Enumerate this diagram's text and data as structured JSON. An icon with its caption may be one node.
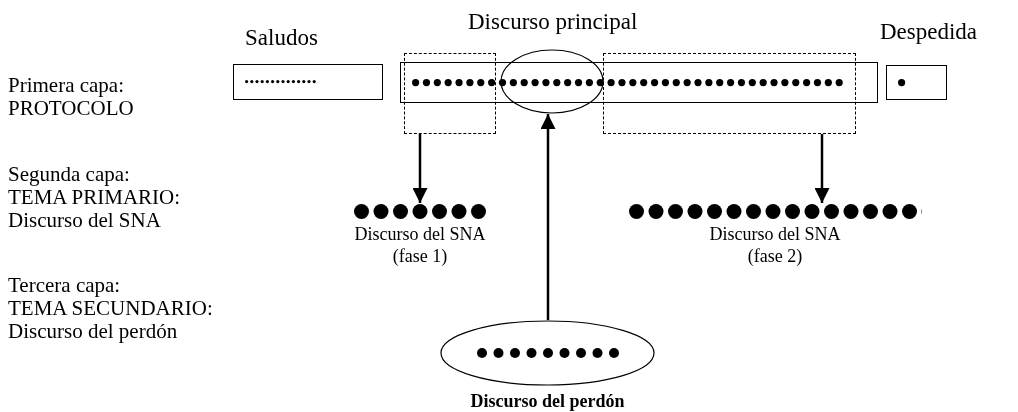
{
  "diagram": {
    "nodes": [
      {
        "text": [
          "Saludos"
        ]
      },
      {
        "text": [
          "Discurso principal"
        ]
      },
      {
        "text": [
          "Despedida"
        ]
      },
      {
        "text": [],
        "shape": "box"
      },
      {
        "text": [],
        "shape": "ellipse"
      },
      {
        "text": [],
        "shape": "box"
      },
      {
        "text": [
          "Discurso del SNA (fase 1)"
        ]
      },
      {
        "text": [
          "Discurso del SNA (fase 2)"
        ]
      },
      {
        "text": [
          "Discurso del perdón"
        ]
      }
    ],
    "edges": [
      {
        "from": 3,
        "to": 6,
        "arrow": "to"
      },
      {
        "from": 5,
        "to": 7,
        "arrow": "to"
      },
      {
        "from": 8,
        "to": 4,
        "arrow": "to"
      }
    ],
    "labels": [
      "Primera capa:",
      "PROTOCOLO",
      "Segunda capa:",
      "TEMA PRIMARIO:",
      "Discurso del SNA",
      "Tercera capa:",
      "TEMA SECUNDARIO:",
      "Discurso del perdón"
    ]
  }
}
